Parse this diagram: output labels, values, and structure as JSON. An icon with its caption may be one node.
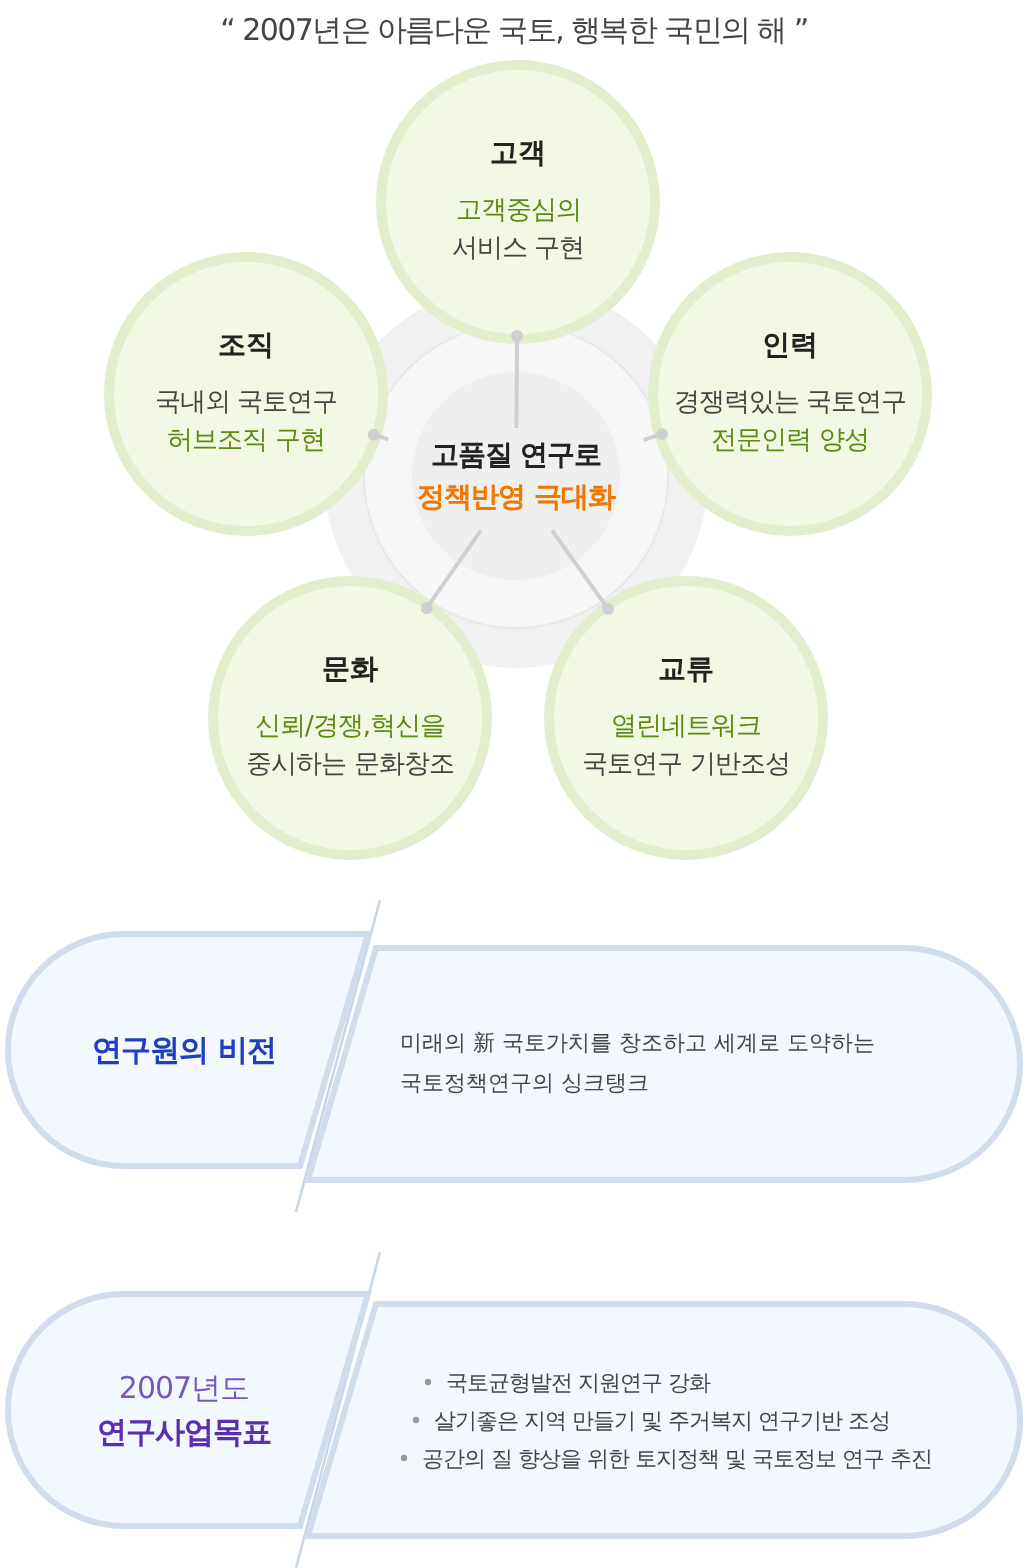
{
  "diagram": {
    "title": "“ 2007년은 아름다운 국토, 행복한 국민의 해 ”",
    "nodes": [
      {
        "text": [
          "고품질 연구로",
          "정책반영 극대화"
        ]
      },
      {
        "text": [
          "고객",
          "고객중심의",
          "서비스 구현"
        ]
      },
      {
        "text": [
          "조직",
          "국내외 국토연구",
          "허브조직 구현"
        ]
      },
      {
        "text": [
          "인력",
          "경쟁력있는 국토연구",
          "전문인력 양성"
        ]
      },
      {
        "text": [
          "문화",
          "신뢰/경쟁,혁신을",
          "중시하는 문화창조"
        ]
      },
      {
        "text": [
          "교류",
          "열린네트워크",
          "국토연구 기반조성"
        ]
      },
      {
        "text": [
          "연구원의 비전"
        ]
      },
      {
        "text": [
          "미래의 新 국토가치를 창조하고 세계로 도약하는 국토정책연구의 싱크탱크"
        ]
      },
      {
        "text": [
          "2007년도",
          "연구사업목표"
        ]
      },
      {
        "text": [
          "국토균형발전 지원연구 강화",
          "살기좋은 지역 만들기 및 주거복지 연구기반 조성",
          "공간의 질 향상을 위한 토지정책 및 국토정보 연구 추진"
        ]
      }
    ],
    "edges": [
      {
        "from": 0,
        "to": 1,
        "arrow": "other"
      },
      {
        "from": 0,
        "to": 2,
        "arrow": "other"
      },
      {
        "from": 0,
        "to": 3,
        "arrow": "other"
      },
      {
        "from": 0,
        "to": 4,
        "arrow": "other"
      },
      {
        "from": 0,
        "to": 5,
        "arrow": "other"
      }
    ]
  }
}
